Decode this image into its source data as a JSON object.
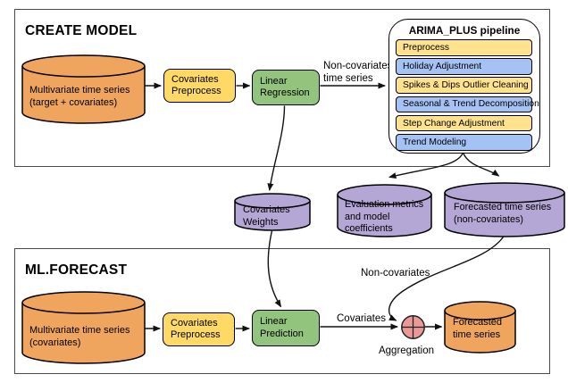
{
  "create_model": {
    "title": "CREATE MODEL",
    "input_db": {
      "line1": "Multivariate time series",
      "line2": "(target + covariates)"
    },
    "covariates_preprocess": {
      "line1": "Covariates",
      "line2": "Preprocess"
    },
    "linear_regression": {
      "line1": "Linear",
      "line2": "Regression"
    },
    "noncov_arrow_label": {
      "line1": "Non-covariates",
      "line2": "time series"
    }
  },
  "arima_pipeline": {
    "title": "ARIMA_PLUS pipeline",
    "steps": [
      {
        "label": "Preprocess"
      },
      {
        "label": "Holiday Adjustment"
      },
      {
        "label": "Spikes & Dips Outlier Cleaning"
      },
      {
        "label": "Seasonal & Trend Decomposition"
      },
      {
        "label": "Step Change Adjustment"
      },
      {
        "label": "Trend Modeling"
      }
    ]
  },
  "artifacts": {
    "covariates_weights": {
      "line1": "Covariates",
      "line2": "Weights"
    },
    "evaluation": {
      "line1": "Evaluation metrics",
      "line2": "and model",
      "line3": "coefficients"
    },
    "forecast_noncov": {
      "line1": "Forecasted time series",
      "line2": "(non-covariates)"
    }
  },
  "ml_forecast": {
    "title": "ML.FORECAST",
    "input_db": {
      "line1": "Multivariate time series",
      "line2": "(covariates)"
    },
    "covariates_preprocess": {
      "line1": "Covariates",
      "line2": "Preprocess"
    },
    "linear_prediction": {
      "line1": "Linear",
      "line2": "Prediction"
    },
    "covariates_label": "Covariates",
    "noncovariates_label": "Non-covariates",
    "aggregation_label": "Aggregation",
    "output_db": {
      "line1": "Forecasted",
      "line2": "time series"
    }
  },
  "colors": {
    "orange_db": "#F0A55F",
    "yellow_box": "#FFD966",
    "green_box": "#93C47D",
    "purple_db": "#B4A7D6",
    "step_yellow": "#FFE28E",
    "step_blue": "#A4C2F4",
    "aggregation_pink": "#EA9999",
    "line": "#111111"
  }
}
